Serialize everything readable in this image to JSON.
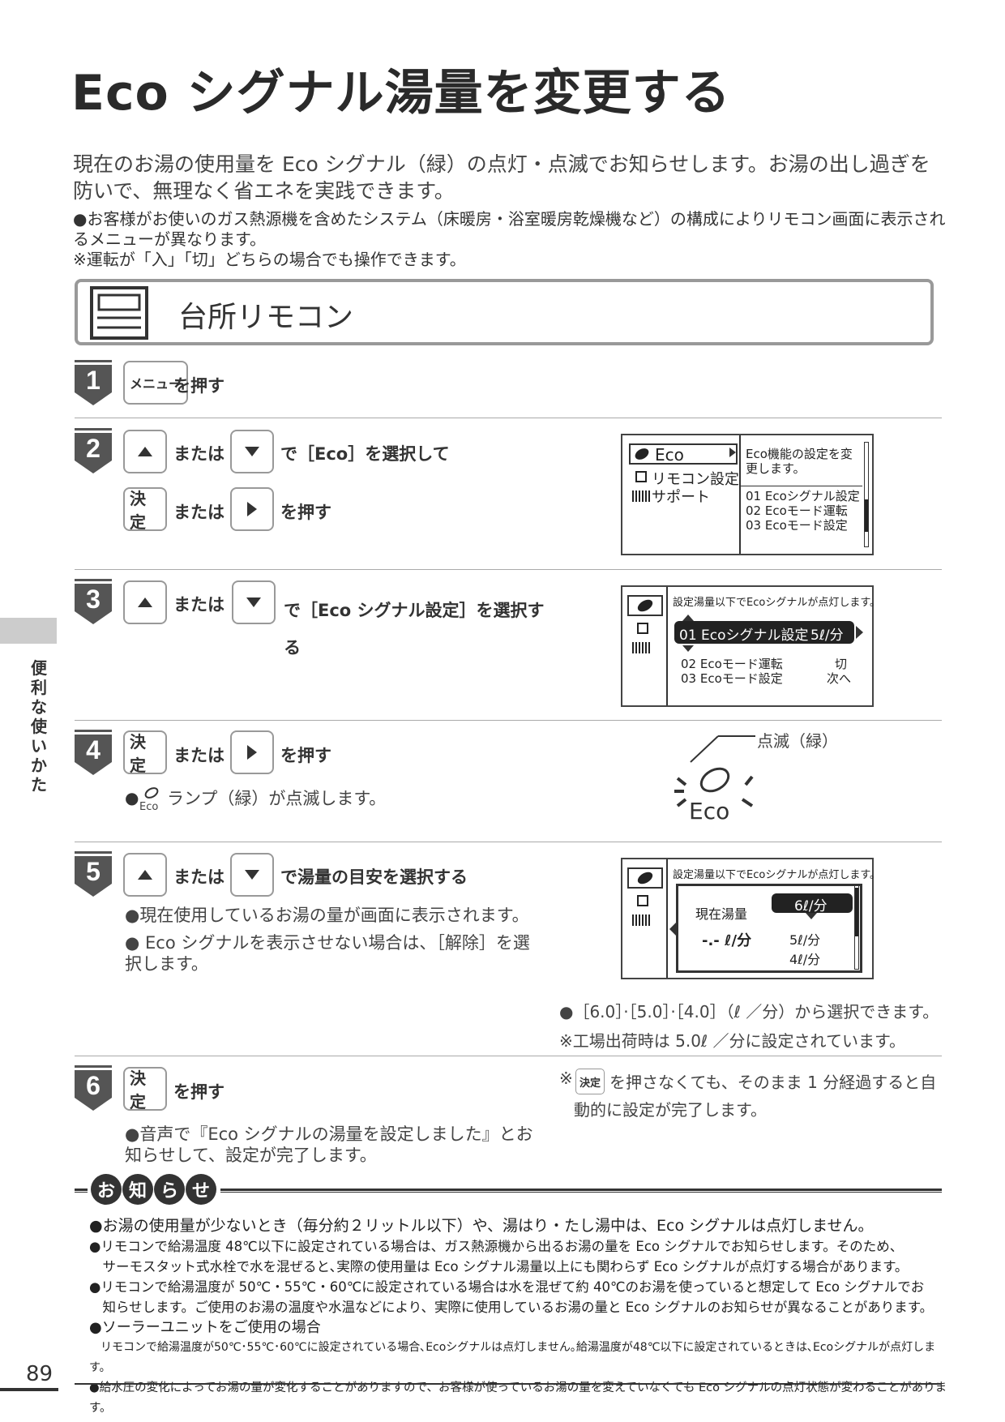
{
  "title": "Eco シグナル湯量を変更する",
  "intro": "現在のお湯の使用量を Eco シグナル（緑）の点灯・点滅でお知らせします。お湯の出し過ぎを防いで、無理なく省エネを実践できます。",
  "note1": "●お客様がお使いのガス熱源機を含めたシステム（床暖房・浴室暖房乾燥機など）の構成によりリモコン画面に表示されるメニューが異なります。",
  "note2": "※運転が「入」「切」どちらの場合でも操作できます。",
  "remote_title": "台所リモコン",
  "steps": {
    "s1": {
      "num": "1",
      "key": "メニュー",
      "text": "を押す"
    },
    "s2": {
      "num": "2",
      "or": "または",
      "text1": "で［Eco］を選択して",
      "key": "決定",
      "text2": "を押す"
    },
    "s3": {
      "num": "3",
      "or": "または",
      "text": "で［Eco シグナル設定］を選択する"
    },
    "s4": {
      "num": "4",
      "key": "決定",
      "or": "または",
      "text": "を押す",
      "bullet": "ランプ（緑）が点滅します。",
      "eco_small": "Eco",
      "blink_label": "点滅（緑）",
      "eco_big": "Eco"
    },
    "s5": {
      "num": "5",
      "or": "または",
      "text": "で湯量の目安を選択する",
      "b1": "●現在使用しているお湯の量が画面に表示されます。",
      "b2": "● Eco シグナルを表示させない場合は、［解除］を選択します。",
      "n1": "●［6.0］·［5.0］·［4.0］（ℓ ／分）から選択できます。",
      "n2": "※工場出荷時は 5.0ℓ ／分に設定されています。"
    },
    "s6": {
      "num": "6",
      "key": "決定",
      "text": "を押す",
      "b1": "●音声で『Eco シグナルの湯量を設定しました』とお知らせして、設定が完了します。",
      "n_pre": "※",
      "n_key": "決定",
      "n_text": "を押さなくても、そのまま 1 分経過すると自動的に設定が完了します。"
    }
  },
  "lcd1": {
    "menu": [
      "Eco",
      "リモコン設定",
      "サポート"
    ],
    "desc": "Eco機能の設定を変更します。",
    "items": [
      "01 Ecoシグナル設定",
      "02 Ecoモード運転",
      "03 Ecoモード設定"
    ]
  },
  "lcd2": {
    "header": "設定湯量以下でEcoシグナルが点灯します。",
    "sel": "01 Ecoシグナル設定",
    "sel_val": "5ℓ/分",
    "r2": "02  Ecoモード運転",
    "r2v": "切",
    "r3": "03  Ecoモード設定",
    "r3v": "次へ"
  },
  "lcd3": {
    "header": "設定湯量以下でEcoシグナルが点灯します。",
    "cur_label": "現在湯量",
    "cur_val": "-.- ℓ/分",
    "opt_sel": "6ℓ/分",
    "opt2": "5ℓ/分",
    "opt3": "4ℓ/分"
  },
  "side": "便利な使いかた",
  "notice": {
    "chars": [
      "お",
      "知",
      "ら",
      "せ"
    ],
    "lines": [
      "●お湯の使用量が少ないとき（毎分約２リットル以下）や、湯はり・たし湯中は、Eco シグナルは点灯しません。",
      "●リモコンで給湯温度 48℃以下に設定されている場合は、ガス熱源機から出るお湯の量を Eco シグナルでお知らせします。そのため、",
      "　サーモスタット式水栓で水を混ぜると､実際の使用量は Eco シグナル湯量以上にも関わらず Eco シグナルが点灯する場合があります。",
      "●リモコンで給湯温度が 50℃・55℃・60℃に設定されている場合は水を混ぜて約 40℃のお湯を使っていると想定して Eco シグナルでお",
      "　知らせします。ご使用のお湯の温度や水温などにより、実際に使用しているお湯の量と Eco シグナルのお知らせが異なることがあります。",
      "●ソーラーユニットをご使用の場合",
      "　リモコンで給湯温度が50℃･55℃･60℃に設定されている場合､Ecoシグナルは点灯しません｡給湯温度が48℃以下に設定されているときは､Ecoシグナルが点灯します。",
      "●給水圧の変化によってお湯の量が変化することがありますので、お客様が使っているお湯の量を変えていなくても Eco シグナルの点灯状態が変わることがあります。"
    ]
  },
  "page_number": "89"
}
